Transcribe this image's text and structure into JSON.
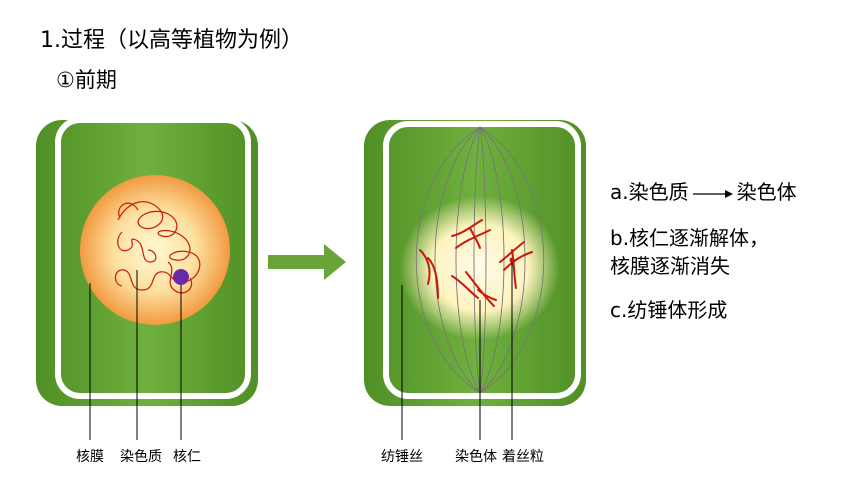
{
  "title": "1.过程（以高等植物为例）",
  "subtitle": "①前期",
  "left_cell": {
    "labels": {
      "nuclear_membrane": "核膜",
      "chromatin": "染色质",
      "nucleolus": "核仁"
    }
  },
  "right_cell": {
    "labels": {
      "spindle_fiber": "纺锤丝",
      "chromosome": "染色体",
      "centromere": "着丝粒"
    }
  },
  "notes": {
    "a_from": "a.染色质",
    "a_to": "染色体",
    "b_line1": "b.核仁逐渐解体，",
    "b_line2": "核膜逐渐消失",
    "c": "c.纺锤体形成"
  },
  "colors": {
    "cell_green": "#5f9e2f",
    "cell_inner": "#6aa83a",
    "nucleus_center": "#fff6c8",
    "nucleus_edge": "#f4a24c",
    "chromatin": "#cc1a0a",
    "nucleolus": "#6a2aa8",
    "arrow_green": "#6aa33a"
  }
}
